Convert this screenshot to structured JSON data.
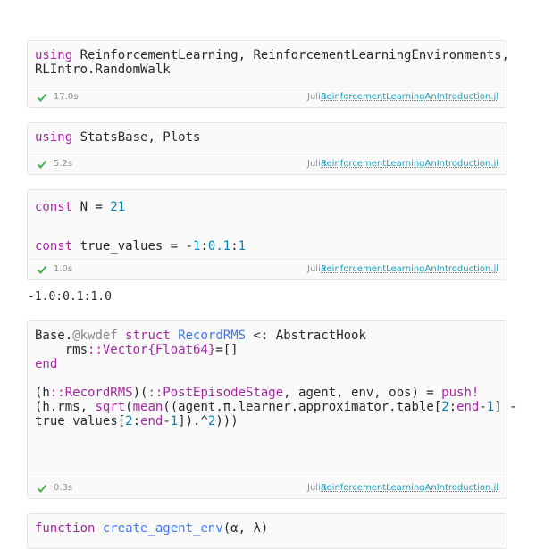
{
  "cells": [
    {
      "id": "cell1",
      "lines": [
        [
          [
            "kw",
            "using"
          ],
          [
            "tx",
            " ReinforcementLearning, ReinforcementLearningEnvironments,"
          ]
        ],
        [
          [
            "tx",
            "RLIntro.RandomWalk"
          ]
        ]
      ],
      "time": "17.0s",
      "lang": "Julia",
      "pkg": "ReinforcementLearningAnIntroduction.jl"
    },
    {
      "id": "cell2",
      "lines": [
        [
          [
            "kw",
            "using"
          ],
          [
            "tx",
            " StatsBase, Plots"
          ]
        ]
      ],
      "time": "5.2s",
      "lang": "Julia",
      "pkg": "ReinforcementLearningAnIntroduction.jl"
    },
    {
      "id": "cell3",
      "lines": [
        [
          [
            "kw",
            "const"
          ],
          [
            "tx",
            " N = "
          ],
          [
            "num",
            "21"
          ]
        ],
        [
          [
            "tx",
            ""
          ]
        ],
        [
          [
            "kw",
            "const"
          ],
          [
            "tx",
            " true_values = -"
          ],
          [
            "num",
            "1"
          ],
          [
            "tx",
            ":"
          ],
          [
            "num",
            "0.1"
          ],
          [
            "tx",
            ":"
          ],
          [
            "num",
            "1"
          ]
        ]
      ],
      "time": "1.0s",
      "lang": "Julia",
      "pkg": "ReinforcementLearningAnIntroduction.jl"
    },
    {
      "id": "cell4",
      "lines": [
        [
          [
            "tx",
            "Base."
          ],
          [
            "mac",
            "@kwdef"
          ],
          [
            "tx",
            " "
          ],
          [
            "kw",
            "struct"
          ],
          [
            "tx",
            " "
          ],
          [
            "fn",
            "RecordRMS"
          ],
          [
            "tx",
            " <: AbstractHook"
          ]
        ],
        [
          [
            "tx",
            "    rms"
          ],
          [
            "typ",
            "::Vector{Float64}"
          ],
          [
            "tx",
            "=[]"
          ]
        ],
        [
          [
            "kw",
            "end"
          ]
        ],
        [
          [
            "tx",
            ""
          ]
        ],
        [
          [
            "tx",
            "(h"
          ],
          [
            "typ",
            "::RecordRMS"
          ],
          [
            "tx",
            ")("
          ],
          [
            "typ",
            "::PostEpisodeStage"
          ],
          [
            "tx",
            ", agent, env, obs) = "
          ],
          [
            "kw",
            "push!"
          ]
        ],
        [
          [
            "tx",
            "(h.rms, "
          ],
          [
            "kw",
            "sqrt"
          ],
          [
            "tx",
            "("
          ],
          [
            "kw",
            "mean"
          ],
          [
            "tx",
            "((agent.π.learner.approximator.table["
          ],
          [
            "num",
            "2"
          ],
          [
            "tx",
            ":"
          ],
          [
            "kw",
            "end"
          ],
          [
            "tx",
            "-"
          ],
          [
            "num",
            "1"
          ],
          [
            "tx",
            "] -"
          ]
        ],
        [
          [
            "tx",
            "true_values["
          ],
          [
            "num",
            "2"
          ],
          [
            "tx",
            ":"
          ],
          [
            "kw",
            "end"
          ],
          [
            "tx",
            "-"
          ],
          [
            "num",
            "1"
          ],
          [
            "tx",
            "]).^"
          ],
          [
            "num",
            "2"
          ],
          [
            "tx",
            ")))"
          ]
        ]
      ],
      "time": "0.3s",
      "lang": "Julia",
      "pkg": "ReinforcementLearningAnIntroduction.jl"
    },
    {
      "id": "cell5",
      "lines": [
        [
          [
            "kw",
            "function"
          ],
          [
            "tx",
            " "
          ],
          [
            "fn",
            "create_agent_env"
          ],
          [
            "tx",
            "(α, λ)"
          ]
        ]
      ]
    }
  ],
  "output_cell3": "-1.0:0.1:1.0",
  "colors": {
    "keyword": "#a626a4",
    "function": "#4078f2",
    "number": "#0184bc",
    "check": "#4caf50",
    "link": "#1a9fbd"
  },
  "icons": {
    "run_status": "check-icon"
  }
}
